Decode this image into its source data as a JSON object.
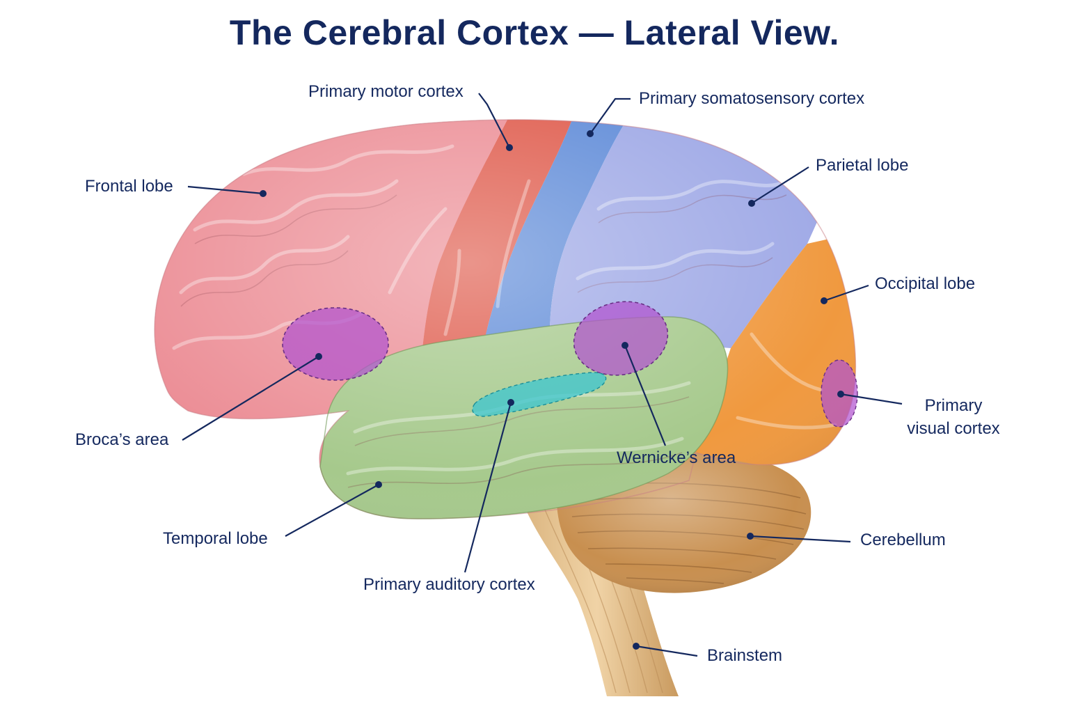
{
  "title": "The Cerebral Cortex — Lateral View.",
  "colors": {
    "frontal": "#ec8f97",
    "motor": "#df5b4c",
    "somatosensory": "#5f8bd8",
    "parietal": "#9fa9e6",
    "occipital": "#f0993f",
    "temporal": "#a6c98c",
    "purple_area": "#b253cf",
    "auditory": "#3cc6d0",
    "cerebellum": "#c88f4f",
    "brainstem": "#e5c08f",
    "label_text": "#14285e",
    "leader_line": "#14285e"
  },
  "labels": {
    "primary_motor": "Primary motor cortex",
    "primary_somatosensory": "Primary somatosensory cortex",
    "frontal": "Frontal lobe",
    "parietal": "Parietal lobe",
    "occipital": "Occipital lobe",
    "primary_visual": "Primary\nvisual cortex",
    "broca": "Broca’s area",
    "wernicke": "Wernicke’s area",
    "temporal": "Temporal lobe",
    "primary_auditory": "Primary auditory cortex",
    "cerebellum": "Cerebellum",
    "brainstem": "Brainstem"
  }
}
